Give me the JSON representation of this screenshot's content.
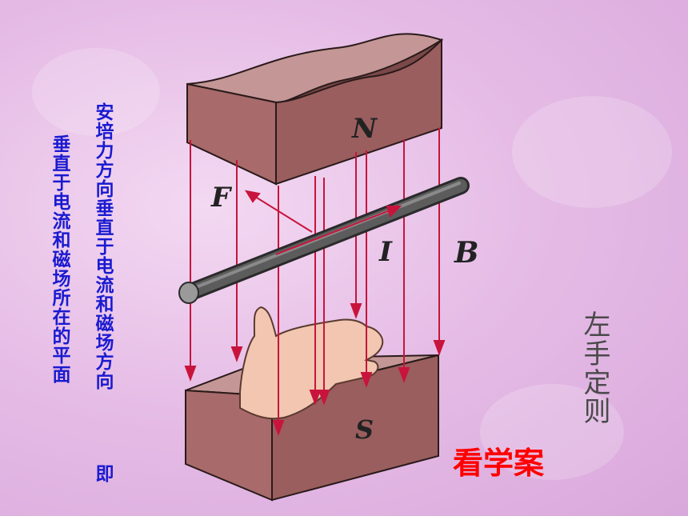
{
  "text": {
    "col1": "垂直于电流和磁场所在的平面",
    "col2": "安培力方向垂直于电流和磁场方向",
    "col3": "即",
    "rule": "左手定则",
    "case": "看学案"
  },
  "diagram": {
    "labels": {
      "north": "N",
      "south": "S",
      "force": "F",
      "current": "I",
      "field": "B"
    },
    "colors": {
      "magnet": "#a86a6a",
      "magnet_dark": "#7a4848",
      "field_lines": "#c8143c",
      "rod": "#555555",
      "hand": "#f2c6b0",
      "annotation_blue": "#1a1ad0",
      "annotation_red": "#ff0000"
    }
  }
}
